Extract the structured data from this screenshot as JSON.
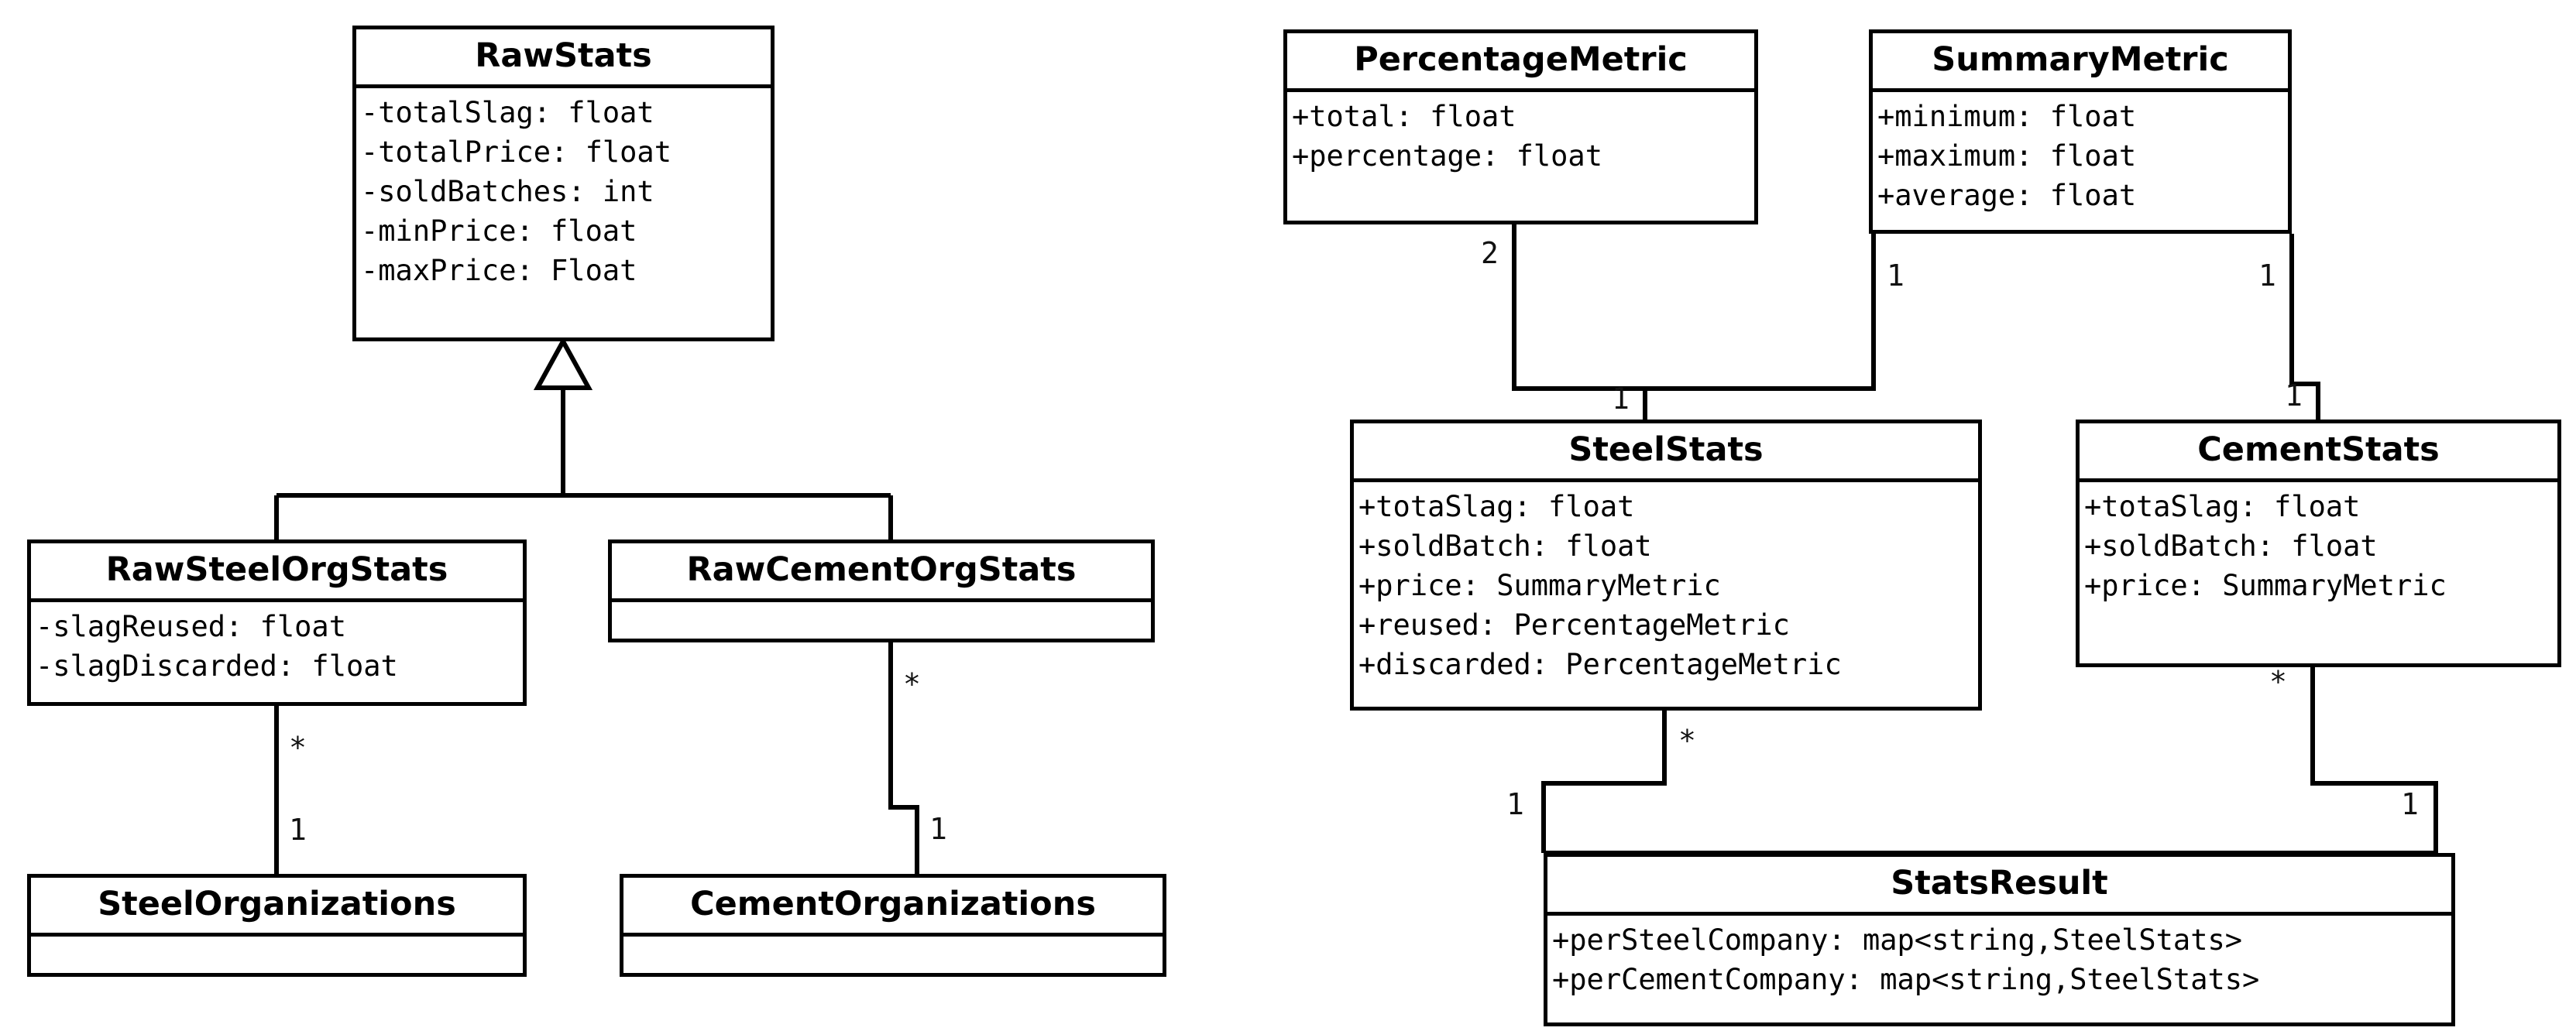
{
  "diagram": {
    "type": "uml-class-diagram",
    "title": "Stats model class diagram",
    "background": "#ffffff",
    "line_color": "#000000",
    "text_color": "#000000"
  },
  "classes": {
    "raw_stats": {
      "name": "RawStats",
      "attributes": [
        "-totalSlag: float",
        "-totalPrice: float",
        "-soldBatches: int",
        "-minPrice: float",
        "-maxPrice: Float"
      ]
    },
    "raw_steel_org_stats": {
      "name": "RawSteelOrgStats",
      "attributes": [
        "-slagReused: float",
        "-slagDiscarded: float"
      ]
    },
    "raw_cement_org_stats": {
      "name": "RawCementOrgStats",
      "attributes": []
    },
    "steel_organizations": {
      "name": "SteelOrganizations",
      "attributes": []
    },
    "cement_organizations": {
      "name": "CementOrganizations",
      "attributes": []
    },
    "percentage_metric": {
      "name": "PercentageMetric",
      "attributes": [
        "+total: float",
        "+percentage: float"
      ]
    },
    "summary_metric": {
      "name": "SummaryMetric",
      "attributes": [
        "+minimum: float",
        "+maximum: float",
        "+average: float"
      ]
    },
    "steel_stats": {
      "name": "SteelStats",
      "attributes": [
        "+totaSlag: float",
        "+soldBatch: float",
        "+price: SummaryMetric",
        "+reused: PercentageMetric",
        "+discarded: PercentageMetric"
      ]
    },
    "cement_stats": {
      "name": "CementStats",
      "attributes": [
        "+totaSlag: float",
        "+soldBatch: float",
        "+price: SummaryMetric"
      ]
    },
    "stats_result": {
      "name": "StatsResult",
      "attributes": [
        "+perSteelCompany: map<string,SteelStats>",
        "+perCementCompany: map<string,SteelStats>"
      ]
    }
  },
  "relationships": [
    {
      "id": "rawstats-rawsteelorgstats",
      "kind": "generalization",
      "from": "raw_steel_org_stats",
      "to": "raw_stats",
      "source_multiplicity": "",
      "target_multiplicity": ""
    },
    {
      "id": "rawstats-rawcementorgstats",
      "kind": "generalization",
      "from": "raw_cement_org_stats",
      "to": "raw_stats",
      "source_multiplicity": "",
      "target_multiplicity": ""
    },
    {
      "id": "rawsteelorgstats-steelorganizations",
      "kind": "association",
      "from": "raw_steel_org_stats",
      "to": "steel_organizations",
      "source_multiplicity": "*",
      "target_multiplicity": "1"
    },
    {
      "id": "rawcementorgstats-cementorganizations",
      "kind": "association",
      "from": "raw_cement_org_stats",
      "to": "cement_organizations",
      "source_multiplicity": "*",
      "target_multiplicity": "1"
    },
    {
      "id": "percentagemetric-steelstats",
      "kind": "association",
      "from": "percentage_metric",
      "to": "steel_stats",
      "source_multiplicity": "2",
      "target_multiplicity": "1"
    },
    {
      "id": "summarymetric-steelstats",
      "kind": "association",
      "from": "summary_metric",
      "to": "steel_stats",
      "source_multiplicity": "1",
      "target_multiplicity": ""
    },
    {
      "id": "summarymetric-cementstats",
      "kind": "association",
      "from": "summary_metric",
      "to": "cement_stats",
      "source_multiplicity": "1",
      "target_multiplicity": "1"
    },
    {
      "id": "steelstats-statsresult",
      "kind": "association",
      "from": "steel_stats",
      "to": "stats_result",
      "source_multiplicity": "*",
      "target_multiplicity": "1"
    },
    {
      "id": "cementstats-statsresult",
      "kind": "association",
      "from": "cement_stats",
      "to": "stats_result",
      "source_multiplicity": "*",
      "target_multiplicity": "1"
    }
  ],
  "multiplicity_labels": {
    "steel_org_source": "*",
    "steel_org_target": "1",
    "cement_org_source": "*",
    "cement_org_target": "1",
    "percentage_source": "2",
    "percentage_target": "1",
    "summary_left": "1",
    "summary_right": "1",
    "cement_stats_in": "1",
    "steel_to_result_source": "*",
    "steel_to_result_target": "1",
    "cement_to_result_source": "*",
    "cement_to_result_target": "1"
  }
}
